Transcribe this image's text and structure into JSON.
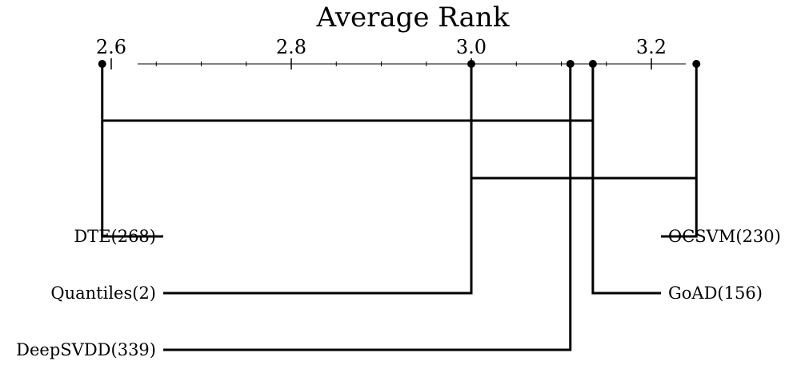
{
  "chart_data": {
    "type": "critical-difference",
    "title": "Average Rank",
    "xlim": [
      2.56,
      3.27
    ],
    "ticks": [
      "2.6",
      "2.8",
      "3.0",
      "3.2"
    ],
    "tick_values": [
      2.6,
      2.8,
      3.0,
      3.2
    ],
    "minor_tick_step": 0.05,
    "methods": [
      {
        "name": "DTE(268)",
        "rank": 2.59,
        "side": "left"
      },
      {
        "name": "Quantiles(2)",
        "rank": 3.0,
        "side": "left"
      },
      {
        "name": "DeepSVDD(339)",
        "rank": 3.11,
        "side": "left"
      },
      {
        "name": "GoAD(156)",
        "rank": 3.135,
        "side": "right"
      },
      {
        "name": "OCSVM(230)",
        "rank": 3.25,
        "side": "right"
      }
    ],
    "cliques": [
      {
        "from": 2.59,
        "to": 3.135
      },
      {
        "from": 3.0,
        "to": 3.25
      }
    ]
  }
}
